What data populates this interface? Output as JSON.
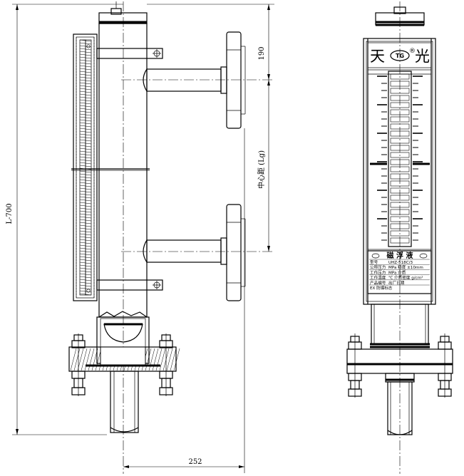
{
  "dimensions": {
    "total_length": "L-700",
    "top_offset": "190",
    "center_distance": "中心距 (Lg)",
    "width": "252"
  },
  "nameplate": {
    "brand_left": "天",
    "brand_right": "光",
    "logo_text": "TG",
    "registered": "®",
    "title": "磁 浮 液",
    "rows": [
      {
        "label": "型号",
        "value": "UHZ-518C/3"
      },
      {
        "label": "公称压力",
        "value": "MPa  精度 ±10mm"
      },
      {
        "label": "工作压力",
        "value": "MPa  介质"
      },
      {
        "label": "工作温度",
        "value": "℃  介质密度 g/cm³"
      },
      {
        "label": "产品编号",
        "value": "出厂日期"
      },
      {
        "label": "EX 防爆标志",
        "value": ""
      }
    ]
  }
}
